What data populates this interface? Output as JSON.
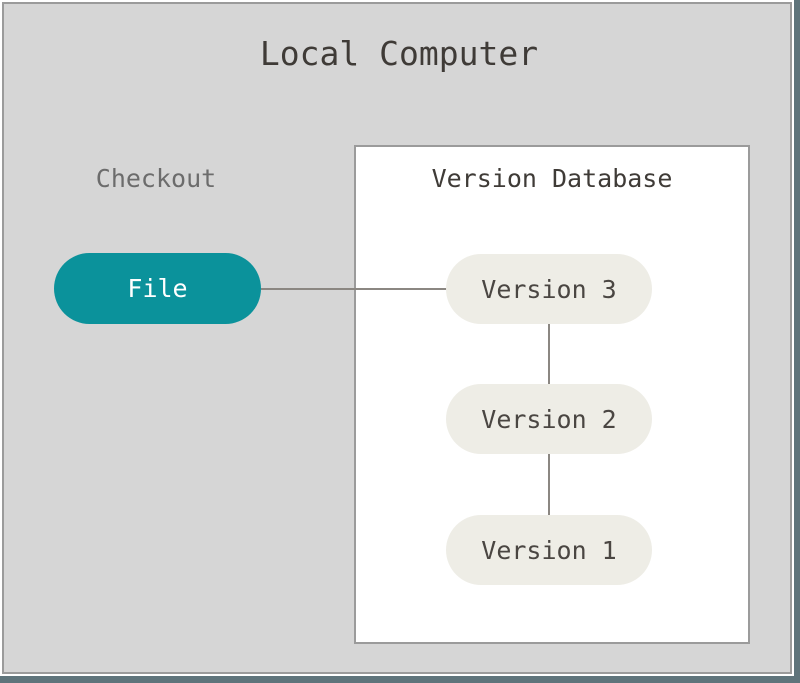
{
  "diagram": {
    "outer_container": {
      "title": "Local Computer",
      "background_color": "#d6d6d6",
      "border_color": "#9b9b9b"
    },
    "checkout_area": {
      "label": "Checkout",
      "node": {
        "label": "File",
        "fill_color": "#0b929b",
        "text_color": "#ffffff",
        "shape": "rounded-pill"
      }
    },
    "version_database": {
      "title": "Version Database",
      "background_color": "#ffffff",
      "border_color": "#9b9b9b",
      "nodes": [
        {
          "label": "Version 3",
          "fill_color": "#eeede6",
          "text_color": "#4a4642"
        },
        {
          "label": "Version 2",
          "fill_color": "#eeede6",
          "text_color": "#4a4642"
        },
        {
          "label": "Version 1",
          "fill_color": "#eeede6",
          "text_color": "#4a4642"
        }
      ]
    },
    "connectors": [
      {
        "from": "File",
        "to": "Version 3",
        "orientation": "horizontal",
        "color": "#8b8782"
      },
      {
        "from": "Version 3",
        "to": "Version 2",
        "orientation": "vertical",
        "color": "#8b8782"
      },
      {
        "from": "Version 2",
        "to": "Version 1",
        "orientation": "vertical",
        "color": "#8b8782"
      }
    ],
    "edge_accent_color": "#5f747b"
  }
}
